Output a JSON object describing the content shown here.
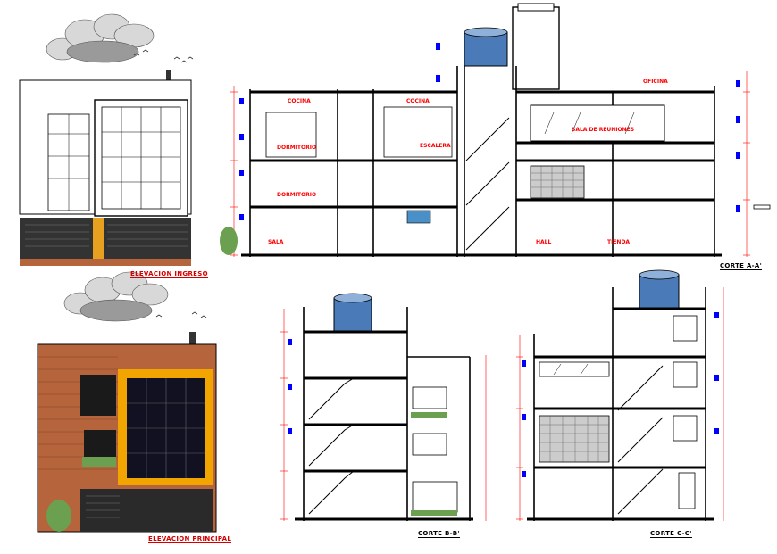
{
  "colors": {
    "wall": "#000000",
    "dimension": "#ff0000",
    "level_marker": "#0000ff",
    "brick": "#b5643c",
    "accent_frame": "#f2a400",
    "glass_dark": "#111122",
    "cloud": "#999999",
    "tank": "#4a7ab8"
  },
  "titles": {
    "elev_ingreso": "ELEVACION INGRESO",
    "elev_principal": "ELEVACION PRINCIPAL",
    "corte_a": "CORTE A-A'",
    "corte_b": "CORTE B-B'",
    "corte_c": "CORTE C-C'"
  },
  "room_labels": {
    "cocina": "COCINA",
    "cocina_b": "COCINA",
    "dormitorio_1": "DORMITORIO",
    "dormitorio_2": "DORMITORIO",
    "sala": "SALA",
    "hall": "HALL",
    "sala_reuniones": "SALA DE REUNIONES",
    "oficina": "OFICINA",
    "tienda": "TIENDA",
    "escalera": "ESCALERA"
  },
  "icons": {
    "birds": "birds-icon",
    "cloud": "cloud-icon",
    "water_tank": "water-tank-icon"
  }
}
